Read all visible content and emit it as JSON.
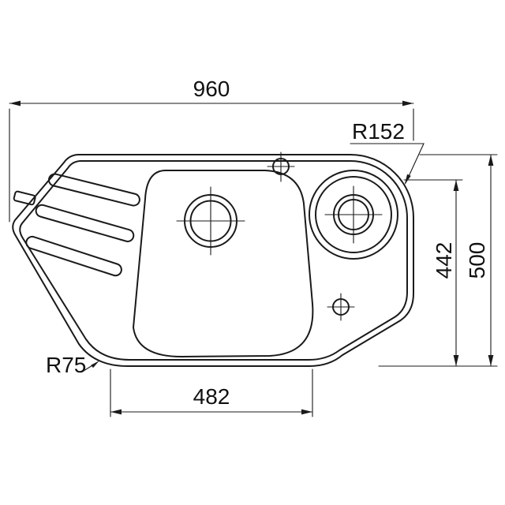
{
  "colors": {
    "background": "#ffffff",
    "line": "#1a1a1a"
  },
  "dimensions": {
    "width_top": "960",
    "radius_top_right": "R152",
    "height_inner": "442",
    "height_overall": "500",
    "radius_bottom_left": "R75",
    "width_bottom": "482"
  }
}
